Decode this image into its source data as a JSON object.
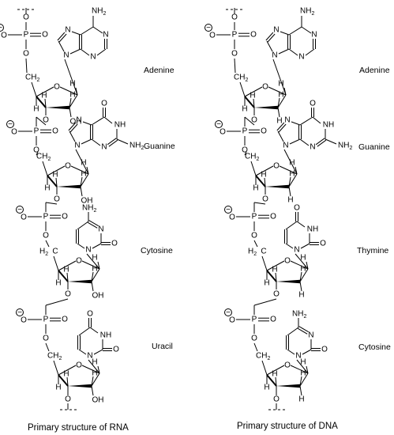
{
  "diagram": {
    "columns": [
      {
        "id": "rna",
        "caption": "Primary structure of RNA",
        "bases": [
          "Adenine",
          "Guanine",
          "Cytosine",
          "Uracil"
        ]
      },
      {
        "id": "dna",
        "caption": "Primary structure of DNA",
        "bases": [
          "Adenine",
          "Guanine",
          "Thymine",
          "Cytosine"
        ]
      }
    ],
    "atoms": {
      "o": "O",
      "p": "P",
      "n": "N",
      "h": "H",
      "oh": "OH",
      "nh": "NH",
      "nh2": "NH2",
      "ch2": "CH2",
      "h2c": "H2C",
      "minus": "−"
    }
  }
}
